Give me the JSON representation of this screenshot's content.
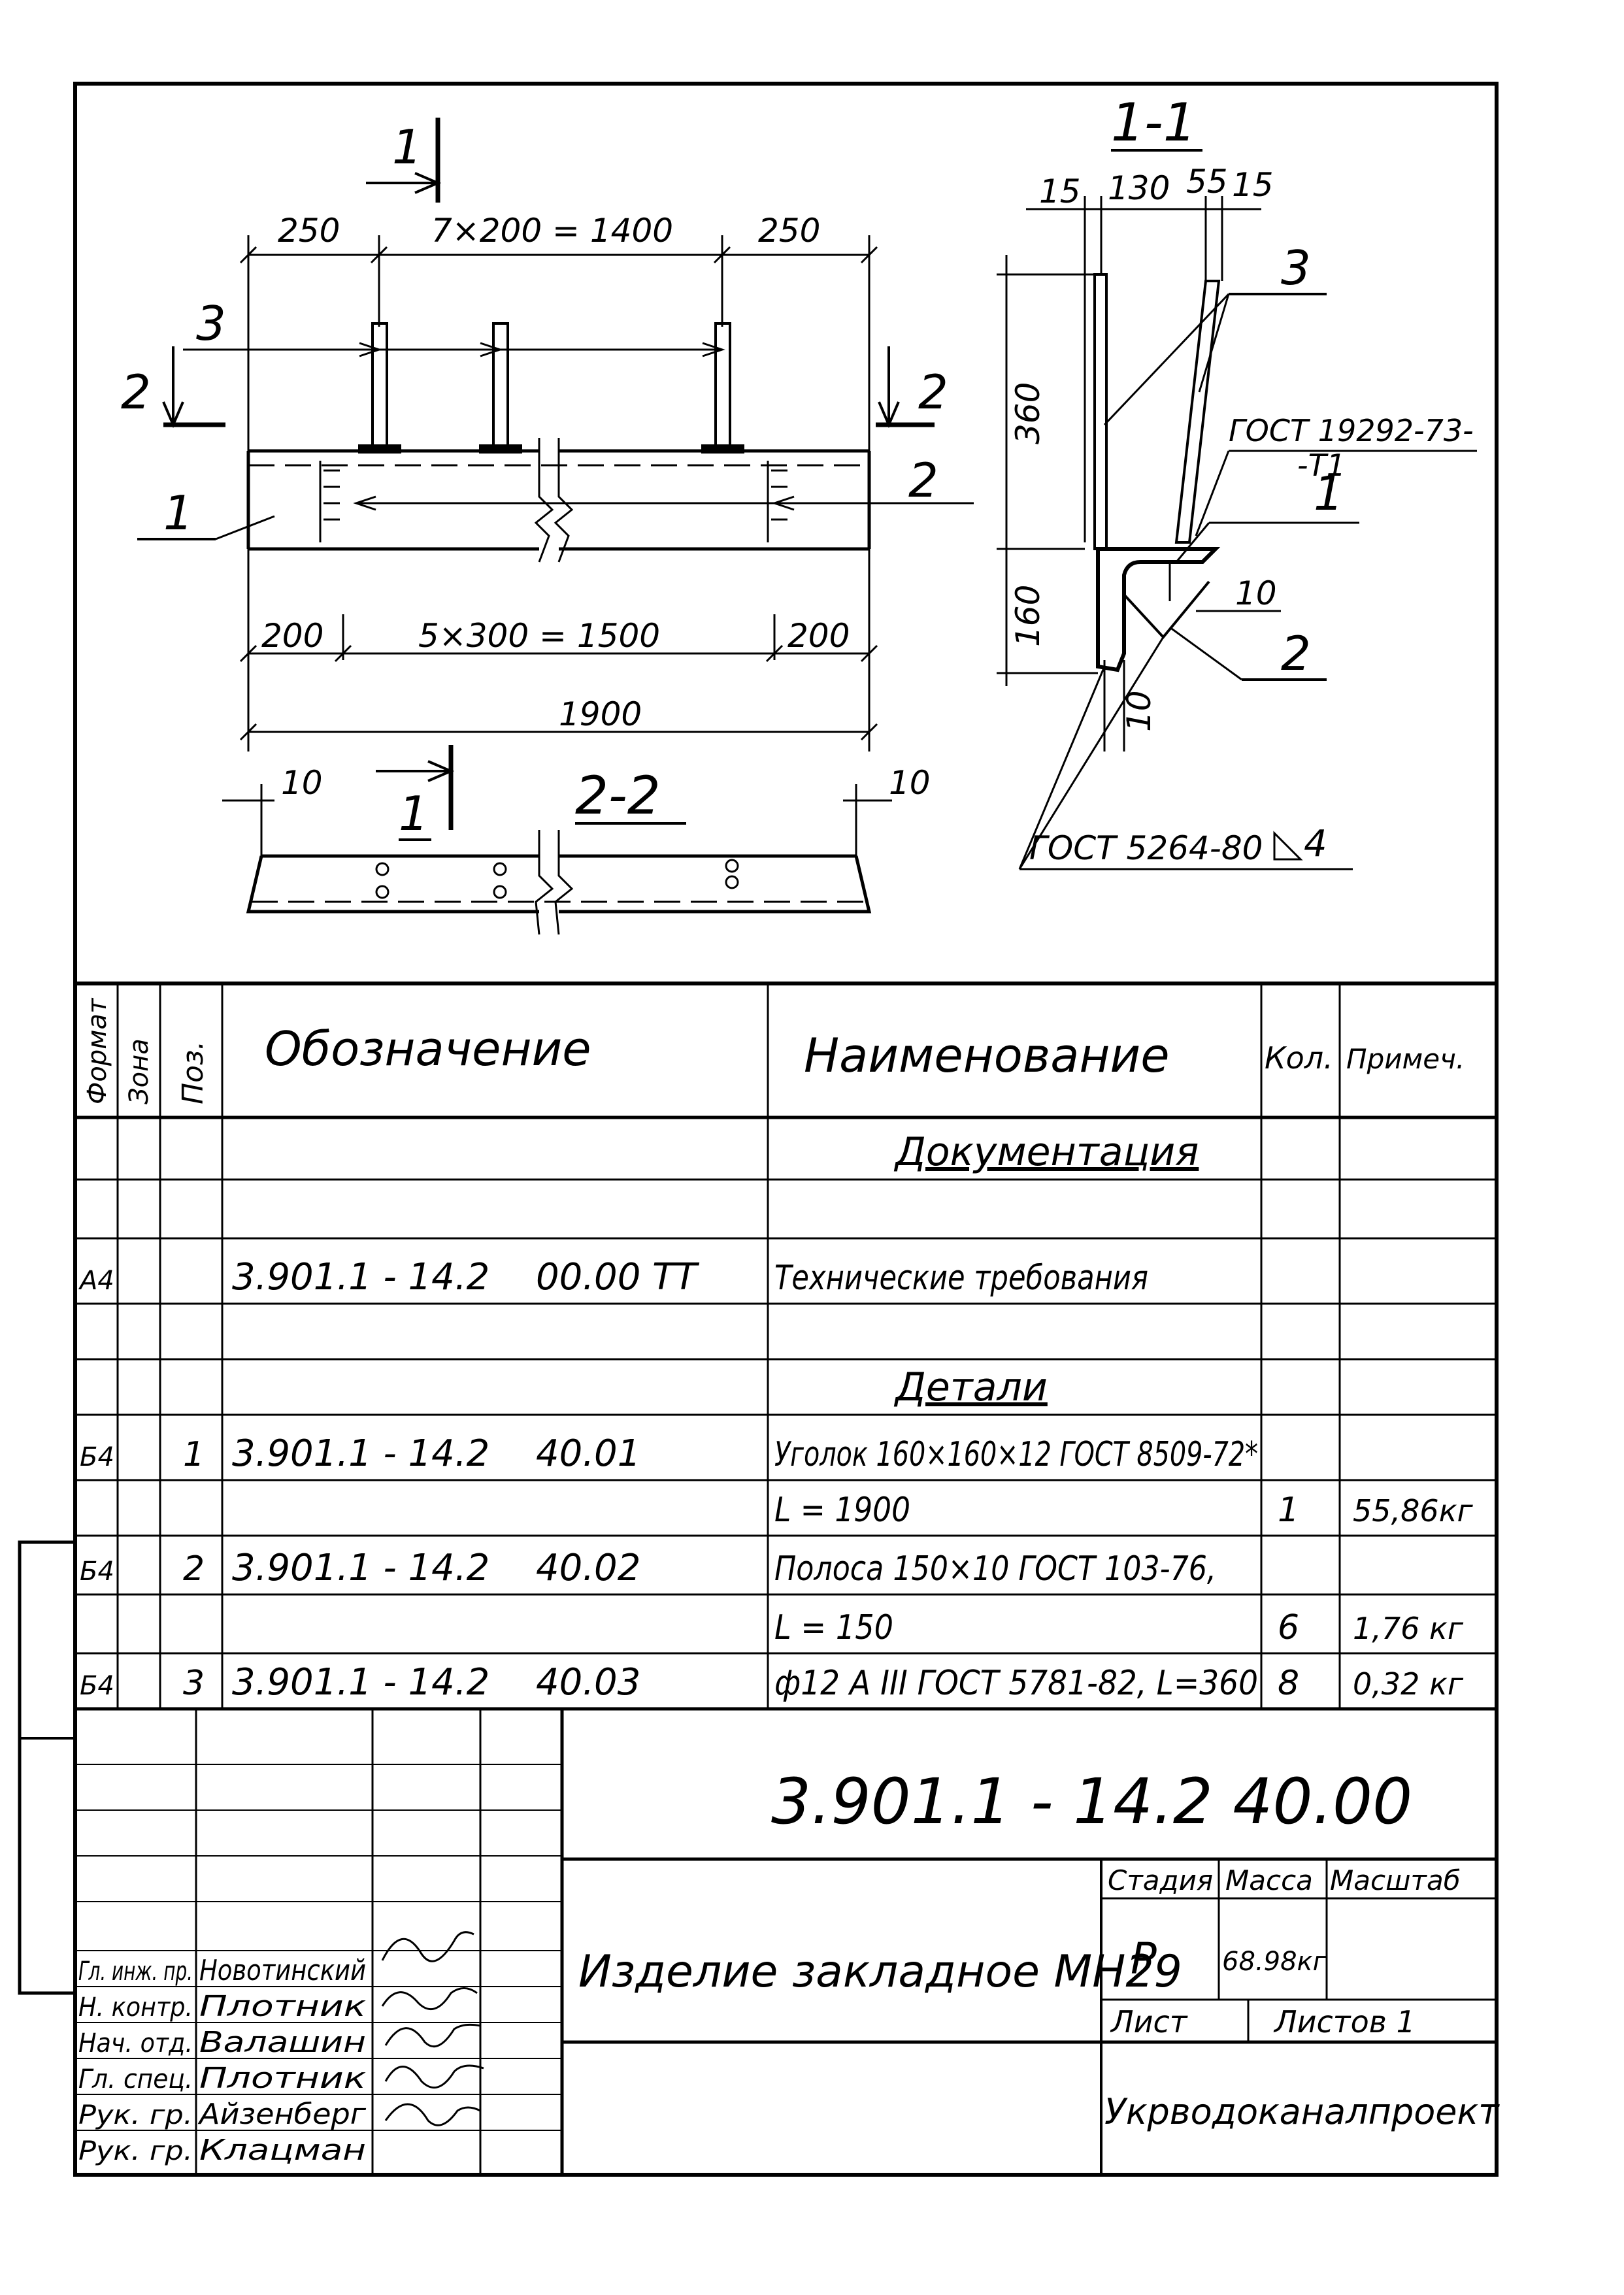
{
  "drawing": {
    "view_1_1": {
      "title": "1-1",
      "dims_top": [
        "15",
        "130",
        "55",
        "15"
      ],
      "dim_height_top": "360",
      "dim_height_bottom": "160",
      "dim_weld": "10",
      "dim_bottom": "10",
      "leader_3": "3",
      "leader_1": "1",
      "leader_2": "2",
      "gost_1": "ГОСТ 19292-73-",
      "gost_1b": "-Т1",
      "gost_2": "ГОСТ 5264-80",
      "weld_leg": "4"
    },
    "front": {
      "section_label": "1",
      "dim_left": "250",
      "dim_mid": "7×200 = 1400",
      "dim_right": "250",
      "leader_3": "3",
      "section_2_left": "2",
      "section_2_right": "2",
      "leader_1": "1",
      "leader_2": "2",
      "dim_b_left": "200",
      "dim_b_mid": "5×300 = 1500",
      "dim_b_right": "200",
      "dim_total": "1900"
    },
    "view_2_2": {
      "title": "2-2",
      "section_label": "1",
      "dim_left": "10",
      "dim_right": "10"
    }
  },
  "spec_table": {
    "headers": {
      "format": "Формат",
      "zone": "Зона",
      "pos": "Поз.",
      "designation": "Обозначение",
      "name": "Наименование",
      "qty": "Кол.",
      "note": "Примеч."
    },
    "rows": [
      {
        "format": "",
        "pos": "",
        "designation": "",
        "code": "",
        "name": "Документация",
        "underline": true,
        "qty": "",
        "note": ""
      },
      {
        "format": "",
        "pos": "",
        "designation": "",
        "code": "",
        "name": "",
        "qty": "",
        "note": ""
      },
      {
        "format": "А4",
        "pos": "",
        "designation": "3.901.1 - 14.2",
        "code": "00.00 ТТ",
        "name": "Технические требования",
        "qty": "",
        "note": ""
      },
      {
        "format": "",
        "pos": "",
        "designation": "",
        "code": "",
        "name": "",
        "qty": "",
        "note": ""
      },
      {
        "format": "",
        "pos": "",
        "designation": "",
        "code": "",
        "name": "Детали",
        "underline": true,
        "qty": "",
        "note": ""
      },
      {
        "format": "Б4",
        "pos": "1",
        "designation": "3.901.1 - 14.2",
        "code": "40.01",
        "name": "Уголок 160×160×12 ГОСТ 8509-72*",
        "qty": "",
        "note": ""
      },
      {
        "format": "",
        "pos": "",
        "designation": "",
        "code": "",
        "name": "L = 1900",
        "qty": "1",
        "note": "55,86кг"
      },
      {
        "format": "Б4",
        "pos": "2",
        "designation": "3.901.1 - 14.2",
        "code": "40.02",
        "name": "Полоса 150×10 ГОСТ 103-76,",
        "qty": "",
        "note": ""
      },
      {
        "format": "",
        "pos": "",
        "designation": "",
        "code": "",
        "name": "L = 150",
        "qty": "6",
        "note": "1,76 кг"
      },
      {
        "format": "Б4",
        "pos": "3",
        "designation": "3.901.1 - 14.2",
        "code": "40.03",
        "name": "ф12 А III ГОСТ 5781-82, L=360",
        "qty": "8",
        "note": "0,32 кг"
      }
    ]
  },
  "title_block": {
    "document_code": "3.901.1 - 14.2   40.00",
    "product_name": "Изделие закладное МН29",
    "stage_label": "Стадия",
    "mass_label": "Масса",
    "scale_label": "Масштаб",
    "stage_value": "Р",
    "mass_value": "68.98кг",
    "sheet_label": "Лист",
    "sheets_label": "Листов 1",
    "organization": "Укрводоканалпроект",
    "signatures": [
      {
        "role": "Гл. инж. пр.",
        "name": "Новотинский"
      },
      {
        "role": "Н. контр.",
        "name": "Плотник"
      },
      {
        "role": "Нач. отд.",
        "name": "Валашин"
      },
      {
        "role": "Гл. спец.",
        "name": "Плотник"
      },
      {
        "role": "Рук. гр.",
        "name": "Айзенберг"
      },
      {
        "role": "Рук. гр.",
        "name": "Клацман"
      }
    ]
  }
}
